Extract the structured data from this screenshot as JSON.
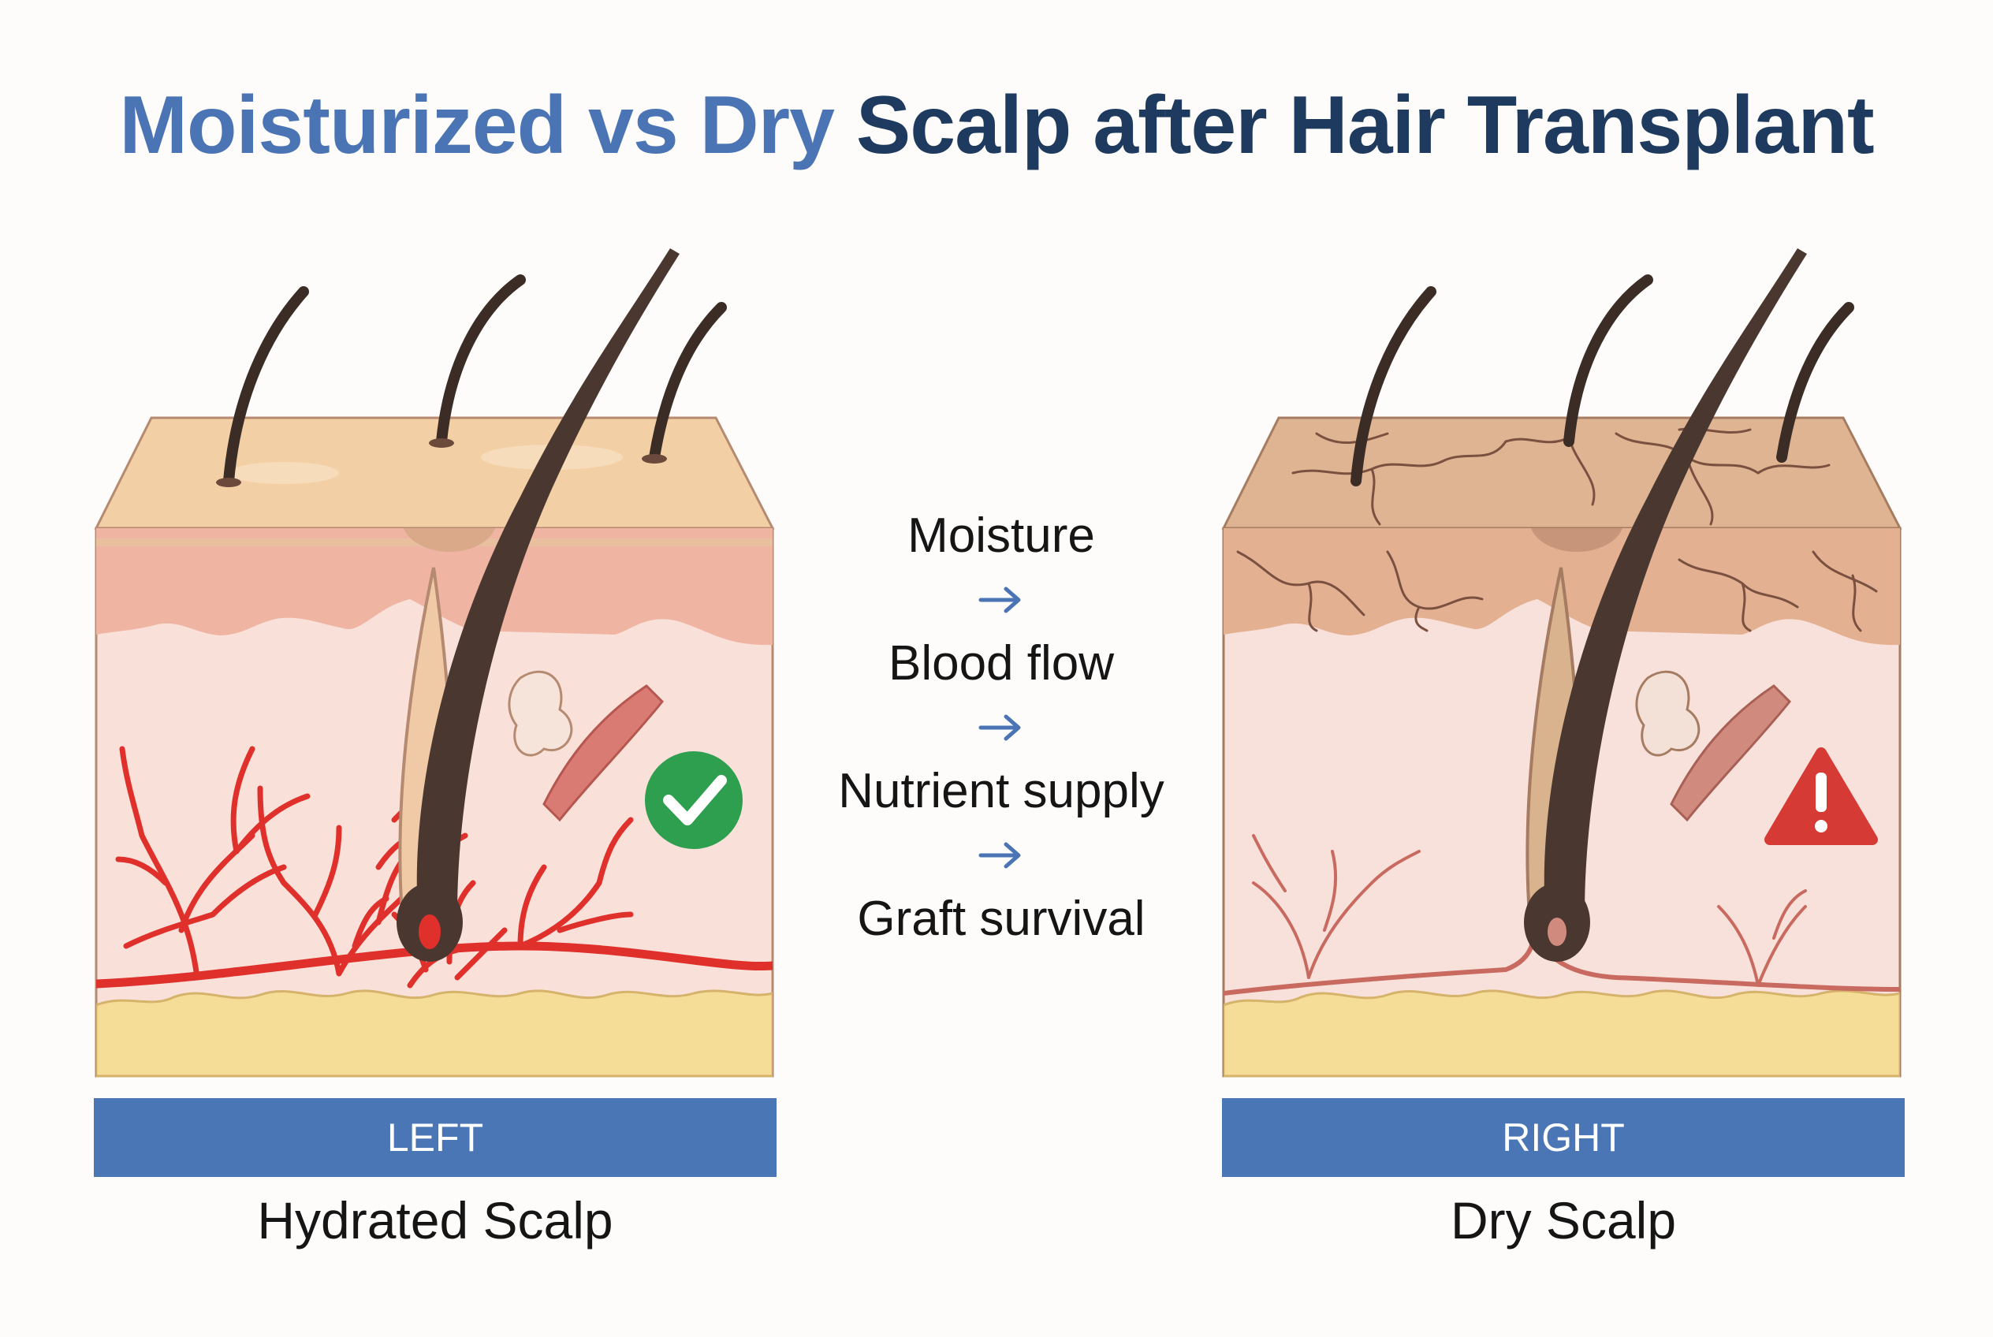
{
  "title": {
    "part1": "Moisturized vs Dry",
    "part2": "Scalp after Hair Transplant"
  },
  "colors": {
    "title_accent": "#4a74b4",
    "title_dark": "#1e3a5f",
    "label_bar": "#4b76b6",
    "check_badge": "#2e9e4f",
    "warning_badge": "#d63a34",
    "vessel_healthy": "#e0302b",
    "vessel_dry": "#c96a60"
  },
  "left": {
    "bar_label": "LEFT",
    "caption": "Hydrated Scalp",
    "status_icon": "check-icon"
  },
  "right": {
    "bar_label": "RIGHT",
    "caption": "Dry Scalp",
    "status_icon": "warning-icon"
  },
  "flow": {
    "steps": [
      "Moisture",
      "Blood flow",
      "Nutrient supply",
      "Graft survival"
    ],
    "arrow_icon": "arrow-right-icon"
  }
}
